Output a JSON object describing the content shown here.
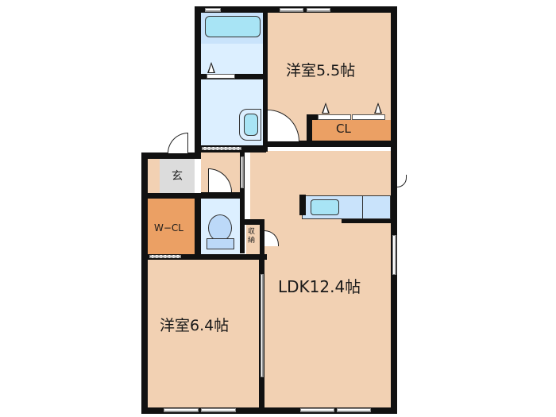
{
  "floorplan": {
    "rooms": {
      "western_room_1": {
        "label": "洋室5.5帖",
        "type": "Western-style room",
        "size_jo": 5.5
      },
      "western_room_2": {
        "label": "洋室6.4帖",
        "type": "Western-style room",
        "size_jo": 6.4
      },
      "ldk": {
        "label": "LDK12.4帖",
        "type": "Living/Dining/Kitchen",
        "size_jo": 12.4
      },
      "closet": {
        "label": "CL"
      },
      "walk_in_closet": {
        "label": "W−CL"
      },
      "entrance": {
        "label": "玄"
      },
      "storage": {
        "label": "収納"
      },
      "bathroom": {
        "label": ""
      },
      "washroom": {
        "label": ""
      },
      "toilet": {
        "label": ""
      },
      "kitchen_counter": {
        "label": ""
      }
    },
    "colors": {
      "flooring": "#f2d1b3",
      "closet": "#eba064",
      "wet_area": "#dcefff",
      "fixture": "#a8e4f5",
      "entrance": "#dcdcdc",
      "wall": "#111111"
    }
  }
}
